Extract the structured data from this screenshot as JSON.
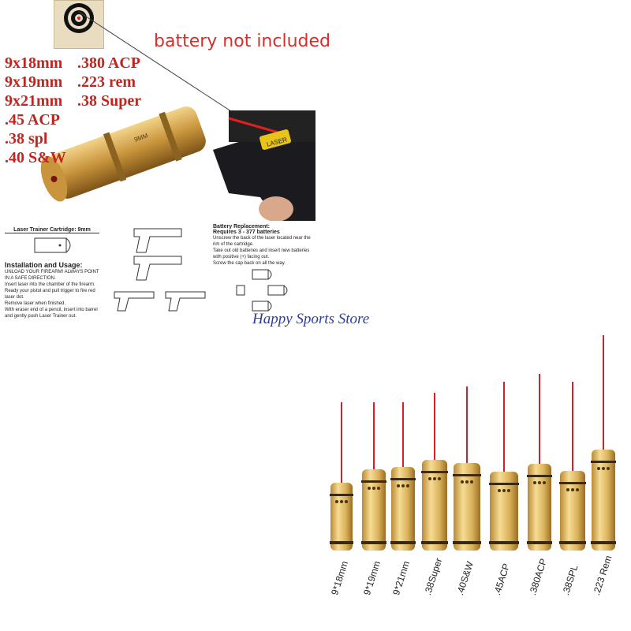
{
  "banner": "battery not included",
  "calibers_left": [
    "9x18mm",
    "9x19mm",
    "9x21mm",
    ".45 ACP",
    ".38 spl",
    ".40 S&W"
  ],
  "calibers_right": [
    ".380 ACP",
    ".223 rem",
    ".38 Super"
  ],
  "cartridge_marking": "9MM",
  "gun_label": "LASER",
  "instructions": {
    "title": "Laser Trainer Cartridge: 9mm",
    "heading": "Installation and Usage:",
    "steps": [
      "UNLOAD YOUR FIREARM! ALWAYS POINT IN A SAFE DIRECTION.",
      "Insert laser into the chamber of the firearm.",
      "Ready your pistol and pull trigger to fire red laser dot.",
      "Remove laser when finished."
    ],
    "note": "With eraser end of a pencil, insert into barrel and gently push Laser Trainer out."
  },
  "battery": {
    "title": "Battery Replacement:",
    "subtitle": "Requires 3 - 377 batteries",
    "steps": [
      "Unscrew the back of the laser located near the rim of the cartridge.",
      "Take out old batteries and insert new batteries with positive (+) facing out.",
      "Screw the cap back on all the way."
    ]
  },
  "store": "Happy Sports Store",
  "bullets": [
    "9*18mm",
    "9*19mm",
    "9*21mm",
    ".38Super",
    ".40S&W",
    ".45ACP",
    ".380ACP",
    ".38SPL",
    ".223 Rem"
  ],
  "colors": {
    "brass": "#d9b15a",
    "laser": "#d81e2a",
    "text_red": "#c0261f",
    "store_blue": "#2a3ea0"
  }
}
